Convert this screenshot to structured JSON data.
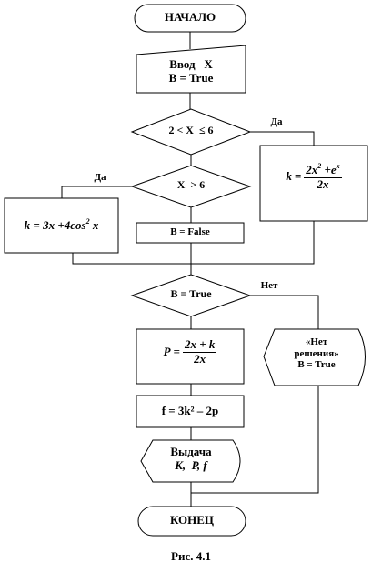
{
  "start": "НАЧАЛО",
  "input": {
    "line1": "Ввод   Х",
    "line2": "B = True"
  },
  "cond1": {
    "text": "2 < X  ≤ 6",
    "yes": "Да"
  },
  "cond2": {
    "text": "X  > 6",
    "yes": "Да"
  },
  "k_left": {
    "lhs": "k",
    "rhs": "3x +4cos",
    "exp": "2",
    "tail": " x"
  },
  "k_right": {
    "lhs": "k",
    "num_a": "2x",
    "num_exp_a": "2",
    "num_b": " +e",
    "num_exp_b": "x",
    "den": "2x"
  },
  "set_false": "B = False",
  "cond3": {
    "text": "B = True",
    "no": "Нет"
  },
  "p_formula": {
    "lhs": "P",
    "num": "2x + k",
    "den": "2x"
  },
  "no_solution": {
    "line1": "«Нет",
    "line2": "решения»",
    "line3": "B = True"
  },
  "f_formula": {
    "text": "f = 3k² – 2p"
  },
  "output": {
    "title": "Выдача",
    "vars": "K,  P, f"
  },
  "end": "КОНЕЦ",
  "caption": "Рис. 4.1"
}
